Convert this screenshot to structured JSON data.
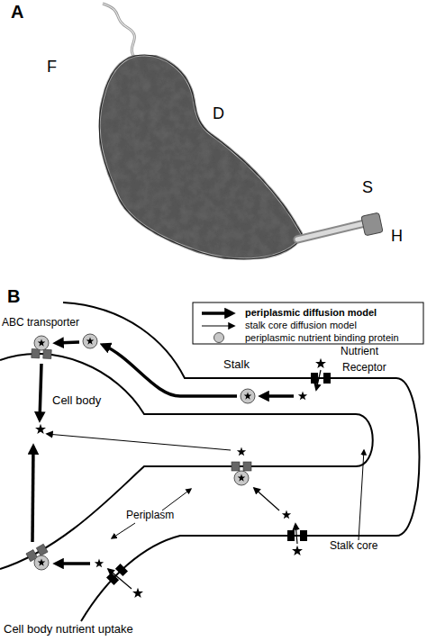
{
  "diagram": {
    "labels": [
      "A",
      "F",
      "D",
      "S",
      "H",
      "B",
      "ABC transporter",
      "Cell body",
      "Stalk",
      "Nutrient",
      "Receptor",
      "Stalk core",
      "Periplasm",
      "Cell body nutrient uptake"
    ],
    "legend": [
      {
        "text": "periplasmic diffusion model"
      },
      {
        "text": "stalk core diffusion model"
      },
      {
        "text": "periplasmic nutrient binding protein"
      }
    ]
  }
}
